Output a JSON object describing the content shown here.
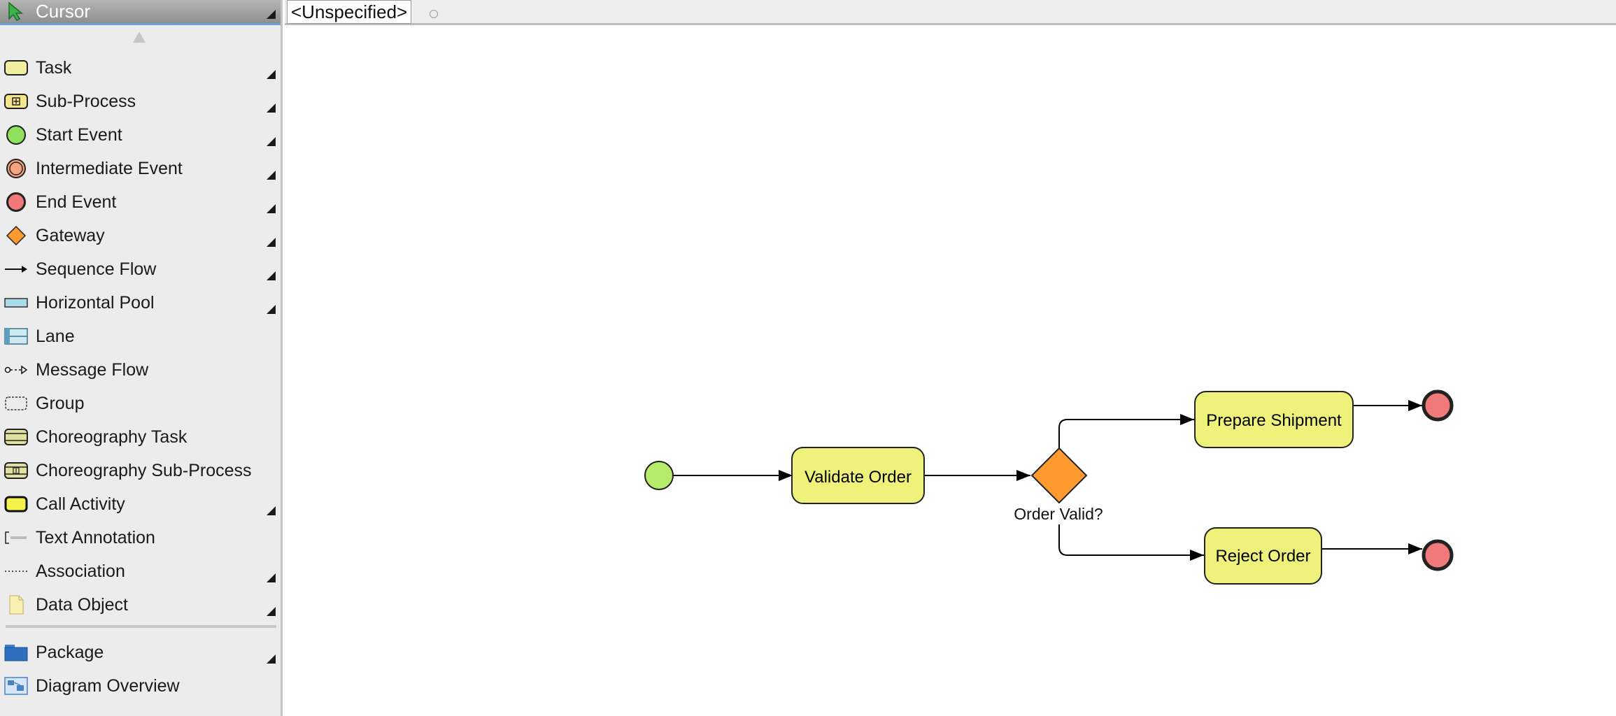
{
  "palette": {
    "cursor_label": "Cursor",
    "items": [
      {
        "label": "Task",
        "icon": "task-icon"
      },
      {
        "label": "Sub-Process",
        "icon": "sub-process-icon"
      },
      {
        "label": "Start Event",
        "icon": "start-event-icon"
      },
      {
        "label": "Intermediate Event",
        "icon": "intermediate-event-icon"
      },
      {
        "label": "End Event",
        "icon": "end-event-icon"
      },
      {
        "label": "Gateway",
        "icon": "gateway-icon"
      },
      {
        "label": "Sequence Flow",
        "icon": "sequence-flow-icon"
      },
      {
        "label": "Horizontal Pool",
        "icon": "horizontal-pool-icon"
      },
      {
        "label": "Lane",
        "icon": "lane-icon"
      },
      {
        "label": "Message Flow",
        "icon": "message-flow-icon"
      },
      {
        "label": "Group",
        "icon": "group-icon"
      },
      {
        "label": "Choreography Task",
        "icon": "choreography-task-icon"
      },
      {
        "label": "Choreography Sub-Process",
        "icon": "choreography-sub-process-icon"
      },
      {
        "label": "Call Activity",
        "icon": "call-activity-icon"
      },
      {
        "label": "Text Annotation",
        "icon": "text-annotation-icon"
      },
      {
        "label": "Association",
        "icon": "association-icon"
      },
      {
        "label": "Data Object",
        "icon": "data-object-icon"
      }
    ],
    "secondary_items": [
      {
        "label": "Package",
        "icon": "package-icon"
      },
      {
        "label": "Diagram Overview",
        "icon": "diagram-overview-icon"
      }
    ]
  },
  "toolbar": {
    "view_selector": "<Unspecified>"
  },
  "diagram": {
    "tasks": {
      "validate": "Validate Order",
      "prepare": "Prepare Shipment",
      "reject": "Reject Order"
    },
    "gateway_label": "Order Valid?"
  },
  "colors": {
    "task_fill": "#eef27a",
    "start_event": "#b7ec6a",
    "end_event": "#f07a7a",
    "gateway": "#ff9a2e",
    "intermediate_event": "#f6a37f",
    "pool": "#a9dbe8"
  }
}
